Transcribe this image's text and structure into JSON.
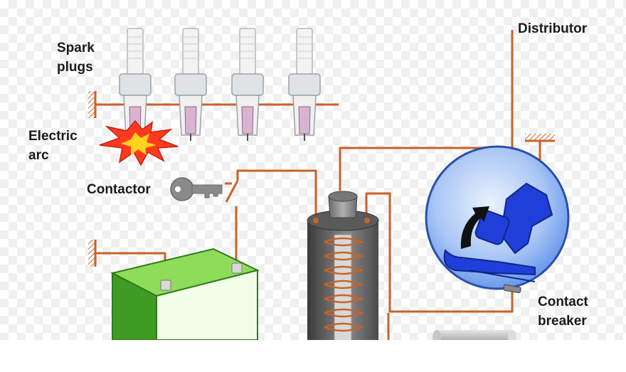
{
  "labels": {
    "spark_plugs": [
      "Spark",
      "plugs"
    ],
    "electric_arc": [
      "Electric",
      "arc"
    ],
    "contactor": "Contactor",
    "distributor": "Distributor",
    "contact_breaker": [
      "Contact",
      "breaker"
    ]
  },
  "colors": {
    "wire": "#c8622a",
    "battery": "#6bbf3a",
    "distributor_disc": "#5b8fe8",
    "rotor": "#1f3fd8",
    "arc_flash": "#ff3b1f",
    "coil_body": "#5a5a5a"
  },
  "icons": {
    "key": "key-icon",
    "arrow": "rotation-arrow-icon",
    "ground": "ground-hatch-icon"
  }
}
